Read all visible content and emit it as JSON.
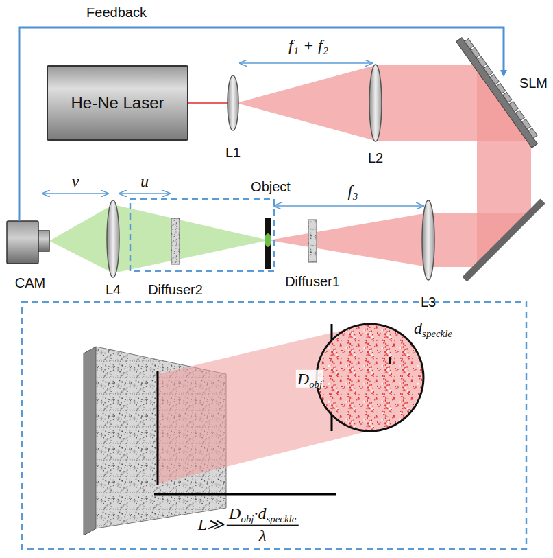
{
  "diagram": {
    "nodes": [
      {
        "text": [
          "He-Ne Laser"
        ]
      },
      {
        "text": [
          "SLM"
        ]
      },
      {
        "text": [
          "CAM"
        ]
      }
    ],
    "edges": [
      {
        "from": 2,
        "to": 1,
        "arrow": "to",
        "label": "Feedback"
      }
    ],
    "labels": [
      "f₁ + f₂",
      "L1",
      "L2",
      "L3",
      "f₃",
      "Object",
      "Diffuser1",
      "Diffuser2",
      "u",
      "v",
      "L4",
      "D",
      "obj",
      "d",
      "speckle",
      "L≫",
      "D",
      "obj",
      "·",
      "d",
      "speckle",
      "λ"
    ]
  }
}
